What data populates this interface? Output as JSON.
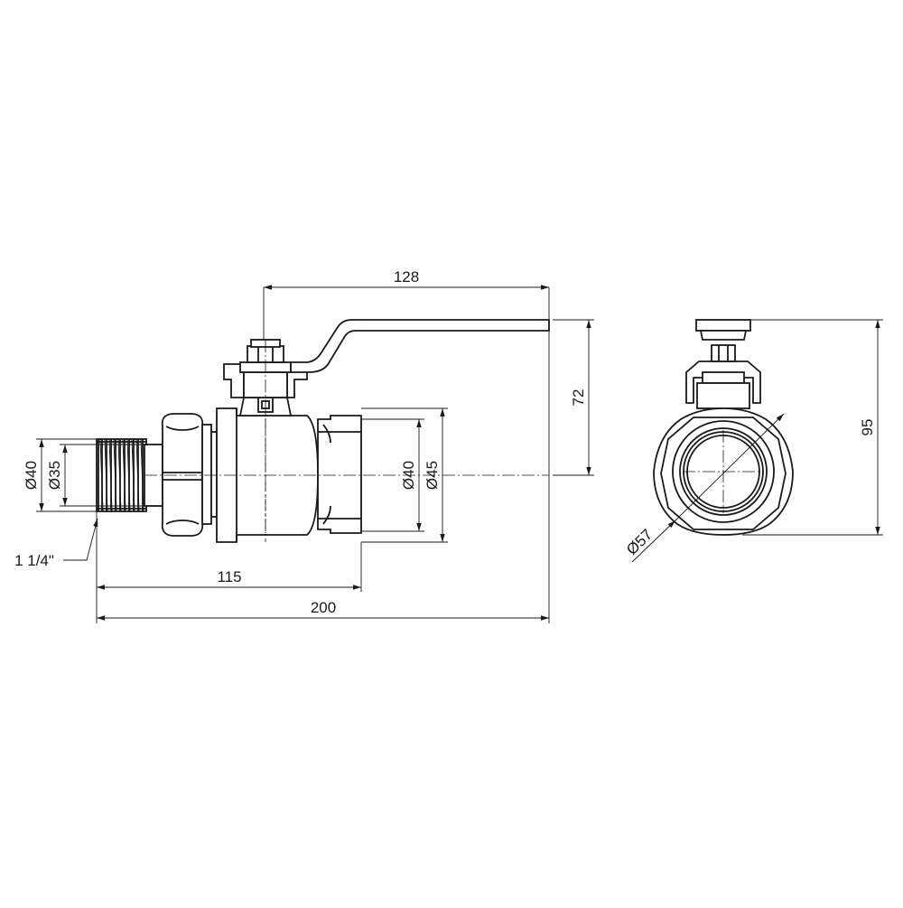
{
  "dimensions": {
    "handle_length": "128",
    "handle_height": "72",
    "thread_outer": "Ø40",
    "thread_inner": "Ø35",
    "thread_size": "1 1/4\"",
    "body_length": "115",
    "total_length": "200",
    "bore": "Ø40",
    "socket_outer": "Ø45",
    "total_height": "95",
    "outer_diameter": "Ø57"
  }
}
